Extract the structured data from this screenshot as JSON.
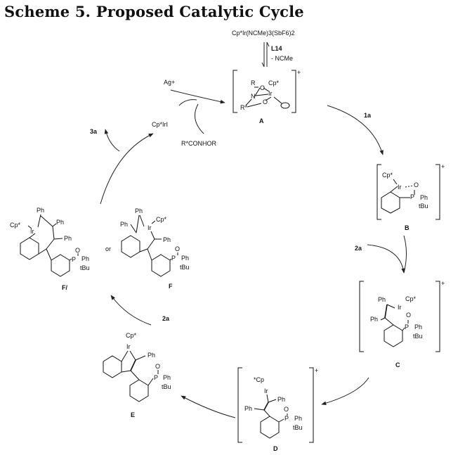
{
  "title": "Scheme 5. Proposed Catalytic Cycle",
  "precursor": "Cp*Ir(NCMe)3(SbF6)2",
  "ligand_step": {
    "add": "L14",
    "loss": "- NCMe"
  },
  "silver": "Ag+",
  "cpir": "Cp*IrI",
  "substrate_start": "R*CONHOR",
  "charge": "+",
  "or": "or",
  "reagents": {
    "a1": "1a",
    "a2_right": "2a",
    "a2_left": "2a",
    "a3": "3a"
  },
  "compounds": {
    "A": {
      "label": "A",
      "texts": [
        "R",
        "O",
        "Cp*",
        "N",
        "Ir",
        "R*",
        "O"
      ]
    },
    "B": {
      "label": "B",
      "texts": [
        "Cp*",
        "Ir",
        "O",
        "P",
        "Ph",
        "tBu"
      ]
    },
    "C": {
      "label": "C",
      "texts": [
        "Ph",
        "Cp*",
        "Ir",
        "O",
        "Ph",
        "P",
        "Ph",
        "tBu"
      ]
    },
    "D": {
      "label": "D",
      "texts": [
        "*Cp",
        "Ir",
        "Ph",
        "Ph",
        "O",
        "P",
        "Ph",
        "tBu"
      ]
    },
    "E": {
      "label": "E",
      "texts": [
        "Cp*",
        "Ir",
        "Ph",
        "O",
        "P",
        "Ph",
        "tBu"
      ]
    },
    "F": {
      "label": "F",
      "texts": [
        "Ph",
        "Cp*",
        "Ph",
        "Ir",
        "Ph",
        "O",
        "P",
        "Ph",
        "tBu"
      ]
    },
    "Fprime": {
      "label": "F/",
      "texts": [
        "Ph",
        "Cp*",
        "Ph",
        "Ir",
        "Ph",
        "O",
        "P",
        "Ph",
        "tBu"
      ]
    }
  }
}
